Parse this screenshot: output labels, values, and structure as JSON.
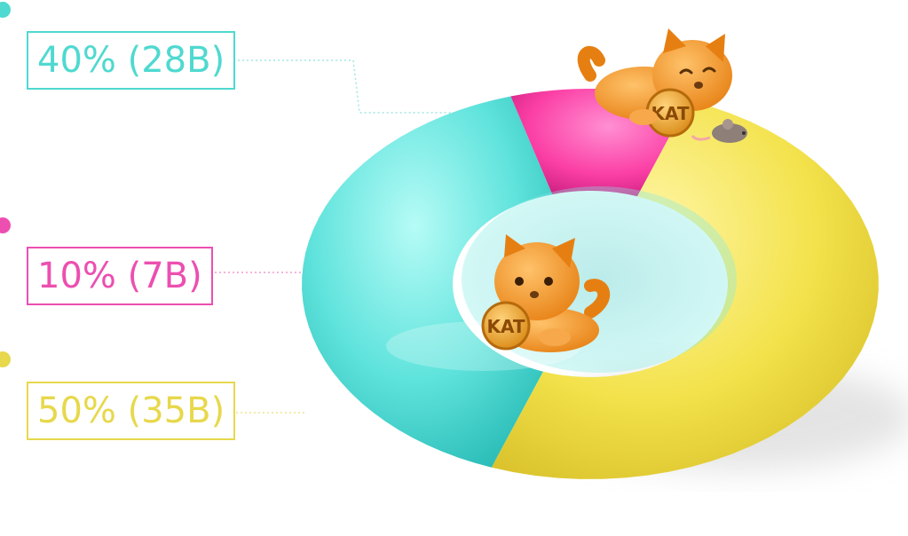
{
  "chart_data": {
    "type": "pie",
    "style": "3d-donut",
    "categories": [
      "",
      "",
      ""
    ],
    "values": [
      40,
      10,
      50
    ],
    "labels": [
      "40% (28B)",
      "10% (7B)",
      "50% (35B)"
    ],
    "colors": [
      "#5fe3dc",
      "#fb3fa5",
      "#f3e24b"
    ],
    "title": "",
    "legend_placement": "left"
  },
  "label_colors": [
    "#4fd9d0",
    "#ec4fb0",
    "#e7d84c"
  ],
  "decorations": {
    "cat_badge_text": "KAT",
    "cat_icon": "cat-mascot-icon",
    "mouse_icon": "mouse-toy-icon"
  }
}
